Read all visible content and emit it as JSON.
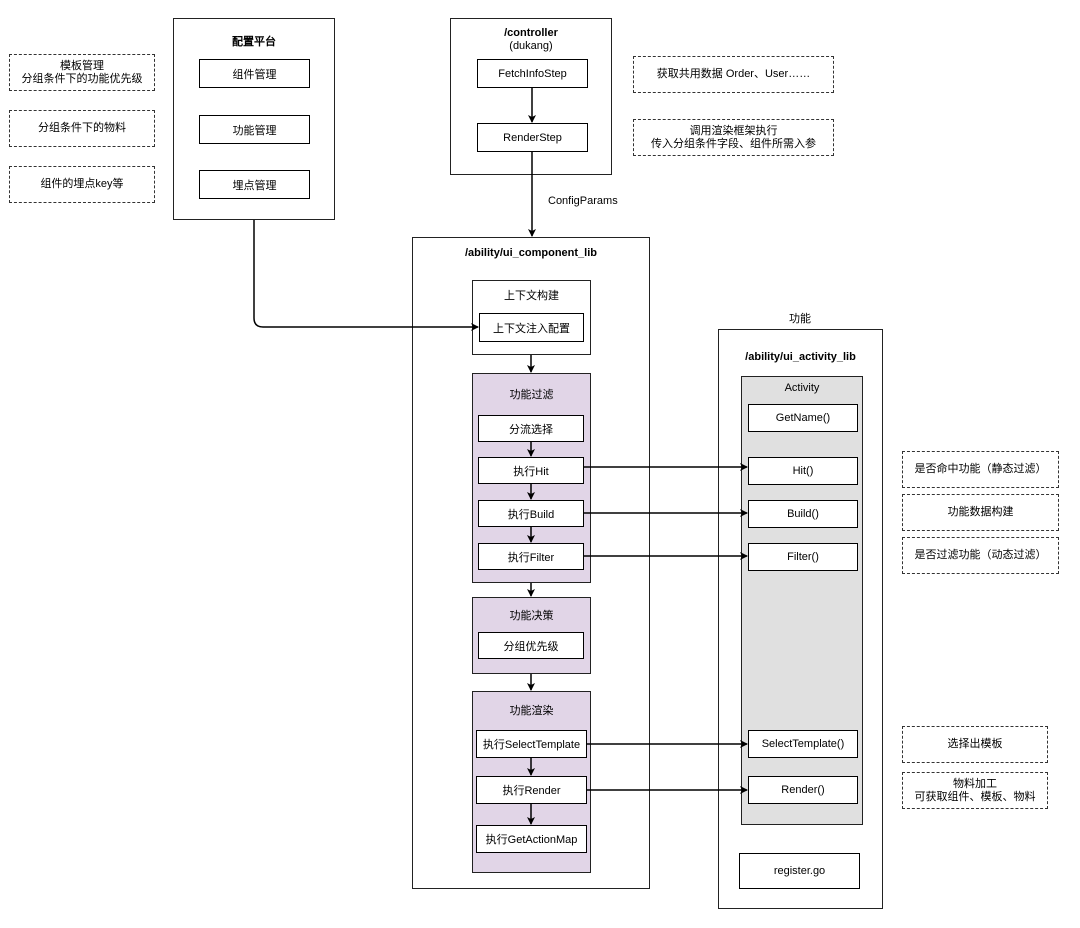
{
  "notes_left": {
    "template": [
      "模板管理",
      "分组条件下的功能优先级"
    ],
    "material": "分组条件下的物料",
    "tracking": "组件的埋点key等"
  },
  "config_platform": {
    "title": "配置平台",
    "items": [
      "组件管理",
      "功能管理",
      "埋点管理"
    ]
  },
  "controller": {
    "title": "/controller",
    "subtitle": "(dukang)",
    "steps": [
      "FetchInfoStep",
      "RenderStep"
    ]
  },
  "notes_controller": {
    "fetch": "获取共用数据 Order、User……",
    "render": [
      "调用渲染框架执行",
      "传入分组条件字段、组件所需入参"
    ]
  },
  "config_params_label": "ConfigParams",
  "component_lib": {
    "title": "/ability/ui_component_lib",
    "context": {
      "title": "上下文构建",
      "item": "上下文注入配置"
    },
    "filter": {
      "title": "功能过滤",
      "items": [
        "分流选择",
        "执行Hit",
        "执行Build",
        "执行Filter"
      ]
    },
    "decision": {
      "title": "功能决策",
      "items": [
        "分组优先级"
      ]
    },
    "render": {
      "title": "功能渲染",
      "items": [
        "执行SelectTemplate",
        "执行Render",
        "执行GetActionMap"
      ]
    }
  },
  "activity_lib": {
    "label_above": "功能",
    "title": "/ability/ui_activity_lib",
    "activity": {
      "title": "Activity",
      "methods": [
        "GetName()",
        "Hit()",
        "Build()",
        "Filter()",
        "SelectTemplate()",
        "Render()"
      ]
    },
    "register": "register.go"
  },
  "notes_right": {
    "hit": "是否命中功能（静态过滤）",
    "build": "功能数据构建",
    "filter": "是否过滤功能（动态过滤）",
    "select": "选择出模板",
    "render": [
      "物料加工",
      "可获取组件、模板、物料"
    ]
  }
}
